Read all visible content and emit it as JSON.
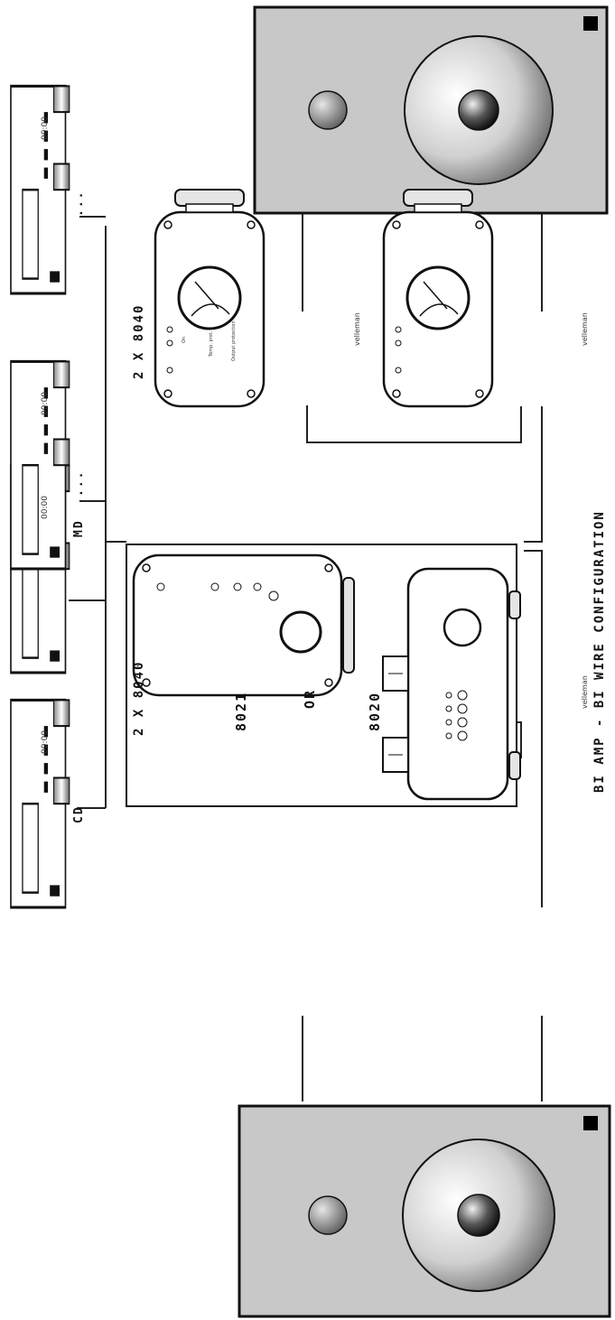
{
  "title": "BI AMP - BI WIRE CONFIGURATION",
  "sources": [
    {
      "label": "CD",
      "display": "00:00"
    },
    {
      "label": "MD",
      "display": "00:00"
    },
    {
      "label": "...",
      "display": "00:00"
    },
    {
      "label": "...",
      "display": "00:00"
    }
  ],
  "amp_groups": [
    {
      "label": "2 X 8040"
    },
    {
      "label": "2 X 8040"
    }
  ],
  "preamp_box": {
    "top_model": "8021",
    "or_label": "OR",
    "bottom_model": "8020"
  },
  "amp_brand": "velleman",
  "amp_led_labels": [
    "On",
    "Temp. prot.",
    "Output protection"
  ],
  "colors": {
    "speaker_cabinet": "#c8c8c8",
    "line": "#222222",
    "panel": "#ffffff"
  }
}
